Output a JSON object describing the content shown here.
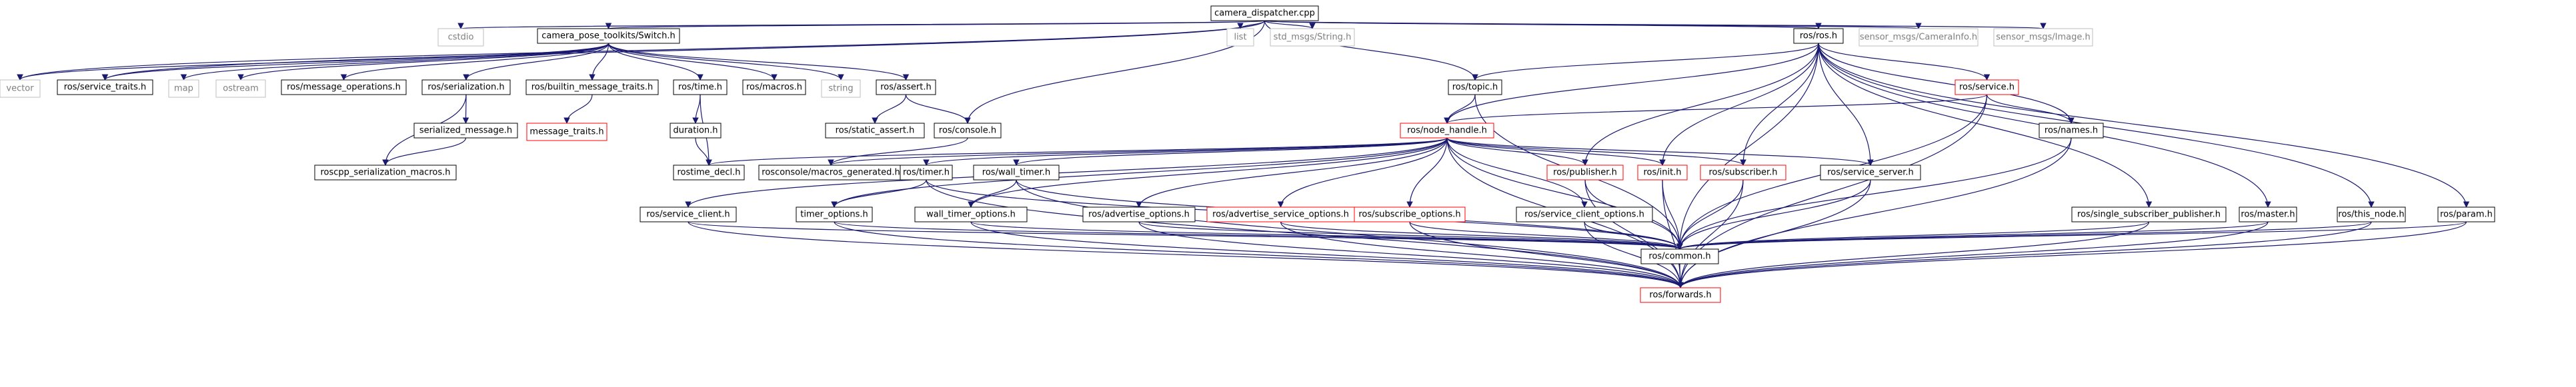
{
  "colors": {
    "normal_border": "#000000",
    "external_border": "#bfbfbf",
    "undocumented_border": "#ff0000",
    "root_fill": "#bfbfbf",
    "text": "#000000",
    "external_text": "#7f7f7f",
    "edge": "#191970"
  },
  "graph": {
    "nodes": [
      {
        "id": "camera_dispatcher",
        "label": "camera_dispatcher.cpp",
        "kind": "root"
      },
      {
        "id": "cstdio",
        "label": "cstdio",
        "kind": "external"
      },
      {
        "id": "switch",
        "label": "camera_pose_toolkits/Switch.h",
        "kind": "normal"
      },
      {
        "id": "list",
        "label": "list",
        "kind": "external"
      },
      {
        "id": "std_msgs_string",
        "label": "std_msgs/String.h",
        "kind": "external"
      },
      {
        "id": "ros_ros",
        "label": "ros/ros.h",
        "kind": "normal"
      },
      {
        "id": "sensor_camerainfo",
        "label": "sensor_msgs/CameraInfo.h",
        "kind": "external"
      },
      {
        "id": "sensor_image",
        "label": "sensor_msgs/Image.h",
        "kind": "external"
      },
      {
        "id": "vector",
        "label": "vector",
        "kind": "external"
      },
      {
        "id": "service_traits",
        "label": "ros/service_traits.h",
        "kind": "normal"
      },
      {
        "id": "map",
        "label": "map",
        "kind": "external"
      },
      {
        "id": "ostream",
        "label": "ostream",
        "kind": "external"
      },
      {
        "id": "message_operations",
        "label": "ros/message_operations.h",
        "kind": "normal"
      },
      {
        "id": "serialization",
        "label": "ros/serialization.h",
        "kind": "normal"
      },
      {
        "id": "builtin_message_traits",
        "label": "ros/builtin_message_traits.h",
        "kind": "normal"
      },
      {
        "id": "time",
        "label": "ros/time.h",
        "kind": "normal"
      },
      {
        "id": "macros",
        "label": "ros/macros.h",
        "kind": "normal"
      },
      {
        "id": "string",
        "label": "string",
        "kind": "external"
      },
      {
        "id": "assert",
        "label": "ros/assert.h",
        "kind": "normal"
      },
      {
        "id": "topic",
        "label": "ros/topic.h",
        "kind": "normal"
      },
      {
        "id": "service",
        "label": "ros/service.h",
        "kind": "undocumented"
      },
      {
        "id": "serialized_message",
        "label": "serialized_message.h",
        "kind": "normal"
      },
      {
        "id": "message_traits",
        "label": "message_traits.h",
        "kind": "undocumented"
      },
      {
        "id": "duration",
        "label": "duration.h",
        "kind": "normal"
      },
      {
        "id": "static_assert",
        "label": "ros/static_assert.h",
        "kind": "normal"
      },
      {
        "id": "console",
        "label": "ros/console.h",
        "kind": "normal"
      },
      {
        "id": "node_handle",
        "label": "ros/node_handle.h",
        "kind": "undocumented"
      },
      {
        "id": "names",
        "label": "ros/names.h",
        "kind": "normal"
      },
      {
        "id": "roscpp_serialization_macros",
        "label": "roscpp_serialization_macros.h",
        "kind": "normal"
      },
      {
        "id": "rostime_decl",
        "label": "rostime_decl.h",
        "kind": "normal"
      },
      {
        "id": "rosconsole_macros_generated",
        "label": "rosconsole/macros_generated.h",
        "kind": "normal"
      },
      {
        "id": "timer",
        "label": "ros/timer.h",
        "kind": "normal"
      },
      {
        "id": "wall_timer",
        "label": "ros/wall_timer.h",
        "kind": "normal"
      },
      {
        "id": "publisher",
        "label": "ros/publisher.h",
        "kind": "undocumented"
      },
      {
        "id": "init",
        "label": "ros/init.h",
        "kind": "undocumented"
      },
      {
        "id": "subscriber",
        "label": "ros/subscriber.h",
        "kind": "undocumented"
      },
      {
        "id": "service_server",
        "label": "ros/service_server.h",
        "kind": "normal"
      },
      {
        "id": "service_client",
        "label": "ros/service_client.h",
        "kind": "normal"
      },
      {
        "id": "timer_options",
        "label": "timer_options.h",
        "kind": "normal"
      },
      {
        "id": "wall_timer_options",
        "label": "wall_timer_options.h",
        "kind": "normal"
      },
      {
        "id": "advertise_options",
        "label": "ros/advertise_options.h",
        "kind": "normal"
      },
      {
        "id": "advertise_service_options",
        "label": "ros/advertise_service_options.h",
        "kind": "undocumented"
      },
      {
        "id": "subscribe_options",
        "label": "ros/subscribe_options.h",
        "kind": "undocumented"
      },
      {
        "id": "service_client_options",
        "label": "ros/service_client_options.h",
        "kind": "normal"
      },
      {
        "id": "single_subscriber_publisher",
        "label": "ros/single_subscriber_publisher.h",
        "kind": "normal"
      },
      {
        "id": "master",
        "label": "ros/master.h",
        "kind": "normal"
      },
      {
        "id": "this_node",
        "label": "ros/this_node.h",
        "kind": "normal"
      },
      {
        "id": "param",
        "label": "ros/param.h",
        "kind": "normal"
      },
      {
        "id": "common",
        "label": "ros/common.h",
        "kind": "normal"
      },
      {
        "id": "forwards",
        "label": "ros/forwards.h",
        "kind": "undocumented"
      }
    ],
    "edges": [
      [
        "camera_dispatcher",
        "cstdio"
      ],
      [
        "camera_dispatcher",
        "switch"
      ],
      [
        "camera_dispatcher",
        "list"
      ],
      [
        "camera_dispatcher",
        "std_msgs_string"
      ],
      [
        "camera_dispatcher",
        "ros_ros"
      ],
      [
        "camera_dispatcher",
        "sensor_camerainfo"
      ],
      [
        "camera_dispatcher",
        "sensor_image"
      ],
      [
        "camera_dispatcher",
        "vector"
      ],
      [
        "camera_dispatcher",
        "service_traits"
      ],
      [
        "camera_dispatcher",
        "console"
      ],
      [
        "camera_dispatcher",
        "topic"
      ],
      [
        "switch",
        "vector"
      ],
      [
        "switch",
        "service_traits"
      ],
      [
        "switch",
        "map"
      ],
      [
        "switch",
        "ostream"
      ],
      [
        "switch",
        "message_operations"
      ],
      [
        "switch",
        "serialization"
      ],
      [
        "switch",
        "builtin_message_traits"
      ],
      [
        "switch",
        "time"
      ],
      [
        "switch",
        "macros"
      ],
      [
        "switch",
        "string"
      ],
      [
        "switch",
        "assert"
      ],
      [
        "serialization",
        "serialized_message"
      ],
      [
        "serialization",
        "roscpp_serialization_macros"
      ],
      [
        "serialized_message",
        "roscpp_serialization_macros"
      ],
      [
        "builtin_message_traits",
        "message_traits"
      ],
      [
        "time",
        "duration"
      ],
      [
        "time",
        "rostime_decl"
      ],
      [
        "duration",
        "rostime_decl"
      ],
      [
        "assert",
        "static_assert"
      ],
      [
        "assert",
        "console"
      ],
      [
        "console",
        "rosconsole_macros_generated"
      ],
      [
        "ros_ros",
        "topic"
      ],
      [
        "ros_ros",
        "node_handle"
      ],
      [
        "ros_ros",
        "service"
      ],
      [
        "ros_ros",
        "names"
      ],
      [
        "ros_ros",
        "publisher"
      ],
      [
        "ros_ros",
        "init"
      ],
      [
        "ros_ros",
        "subscriber"
      ],
      [
        "ros_ros",
        "service_server"
      ],
      [
        "ros_ros",
        "single_subscriber_publisher"
      ],
      [
        "ros_ros",
        "master"
      ],
      [
        "ros_ros",
        "this_node"
      ],
      [
        "ros_ros",
        "param"
      ],
      [
        "ros_ros",
        "common"
      ],
      [
        "topic",
        "node_handle"
      ],
      [
        "topic",
        "common"
      ],
      [
        "service",
        "node_handle"
      ],
      [
        "service",
        "names"
      ],
      [
        "service",
        "common"
      ],
      [
        "service",
        "forwards"
      ],
      [
        "node_handle",
        "rostime_decl"
      ],
      [
        "node_handle",
        "rosconsole_macros_generated"
      ],
      [
        "node_handle",
        "timer"
      ],
      [
        "node_handle",
        "wall_timer"
      ],
      [
        "node_handle",
        "publisher"
      ],
      [
        "node_handle",
        "init"
      ],
      [
        "node_handle",
        "subscriber"
      ],
      [
        "node_handle",
        "service_server"
      ],
      [
        "node_handle",
        "service_client"
      ],
      [
        "node_handle",
        "timer_options"
      ],
      [
        "node_handle",
        "wall_timer_options"
      ],
      [
        "node_handle",
        "advertise_options"
      ],
      [
        "node_handle",
        "advertise_service_options"
      ],
      [
        "node_handle",
        "subscribe_options"
      ],
      [
        "node_handle",
        "service_client_options"
      ],
      [
        "node_handle",
        "common"
      ],
      [
        "node_handle",
        "forwards"
      ],
      [
        "names",
        "common"
      ],
      [
        "names",
        "forwards"
      ],
      [
        "timer",
        "timer_options"
      ],
      [
        "timer",
        "common"
      ],
      [
        "timer",
        "forwards"
      ],
      [
        "wall_timer",
        "wall_timer_options"
      ],
      [
        "wall_timer",
        "common"
      ],
      [
        "wall_timer",
        "forwards"
      ],
      [
        "publisher",
        "common"
      ],
      [
        "publisher",
        "forwards"
      ],
      [
        "init",
        "common"
      ],
      [
        "init",
        "forwards"
      ],
      [
        "subscriber",
        "common"
      ],
      [
        "subscriber",
        "forwards"
      ],
      [
        "service_server",
        "common"
      ],
      [
        "service_server",
        "forwards"
      ],
      [
        "service_client",
        "common"
      ],
      [
        "service_client",
        "forwards"
      ],
      [
        "timer_options",
        "common"
      ],
      [
        "timer_options",
        "forwards"
      ],
      [
        "wall_timer_options",
        "common"
      ],
      [
        "wall_timer_options",
        "forwards"
      ],
      [
        "advertise_options",
        "common"
      ],
      [
        "advertise_options",
        "forwards"
      ],
      [
        "advertise_service_options",
        "common"
      ],
      [
        "advertise_service_options",
        "forwards"
      ],
      [
        "subscribe_options",
        "common"
      ],
      [
        "subscribe_options",
        "forwards"
      ],
      [
        "service_client_options",
        "common"
      ],
      [
        "service_client_options",
        "forwards"
      ],
      [
        "single_subscriber_publisher",
        "common"
      ],
      [
        "single_subscriber_publisher",
        "forwards"
      ],
      [
        "master",
        "common"
      ],
      [
        "master",
        "forwards"
      ],
      [
        "this_node",
        "common"
      ],
      [
        "this_node",
        "forwards"
      ],
      [
        "param",
        "common"
      ],
      [
        "param",
        "forwards"
      ],
      [
        "common",
        "forwards"
      ]
    ]
  }
}
